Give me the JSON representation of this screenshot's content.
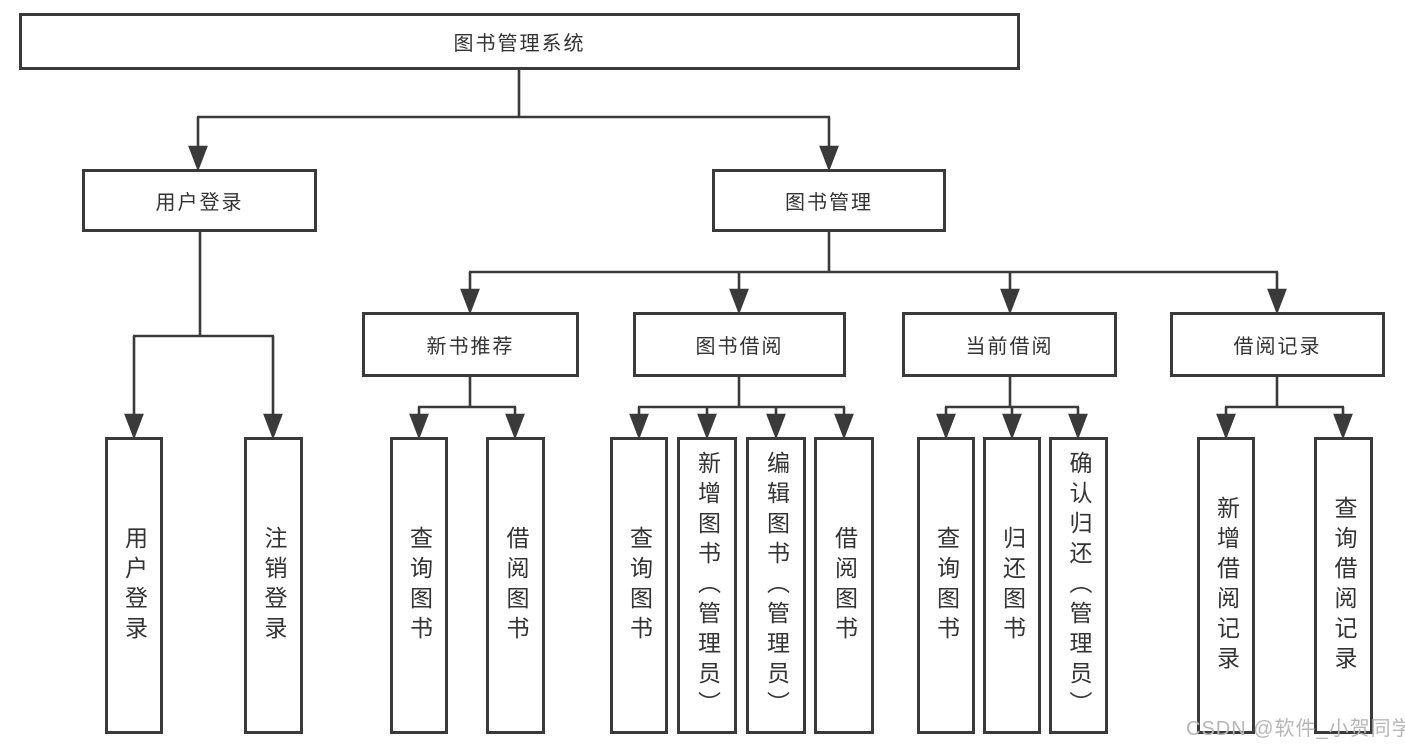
{
  "diagram": {
    "root": {
      "label": "图书管理系统"
    },
    "user_branch": {
      "label": "用户登录",
      "leaves": [
        {
          "label": "用户登录"
        },
        {
          "label": "注销登录"
        }
      ]
    },
    "book_branch": {
      "label": "图书管理",
      "groups": [
        {
          "label": "新书推荐",
          "leaves": [
            {
              "label": "查询图书"
            },
            {
              "label": "借阅图书"
            }
          ]
        },
        {
          "label": "图书借阅",
          "leaves": [
            {
              "label": "查询图书"
            },
            {
              "label": "新增图书（管理员）"
            },
            {
              "label": "编辑图书（管理员）"
            },
            {
              "label": "借阅图书"
            }
          ]
        },
        {
          "label": "当前借阅",
          "leaves": [
            {
              "label": "查询图书"
            },
            {
              "label": "归还图书"
            },
            {
              "label": "确认归还（管理员）"
            }
          ]
        },
        {
          "label": "借阅记录",
          "leaves": [
            {
              "label": "新增借阅记录"
            },
            {
              "label": "查询借阅记录"
            }
          ]
        }
      ]
    }
  },
  "watermark": {
    "text": "CSDN @软件_小贺同学"
  },
  "colors": {
    "line": "#3a3a3a",
    "text": "#333333",
    "watermark": "#b7b7b7",
    "background": "#ffffff"
  }
}
